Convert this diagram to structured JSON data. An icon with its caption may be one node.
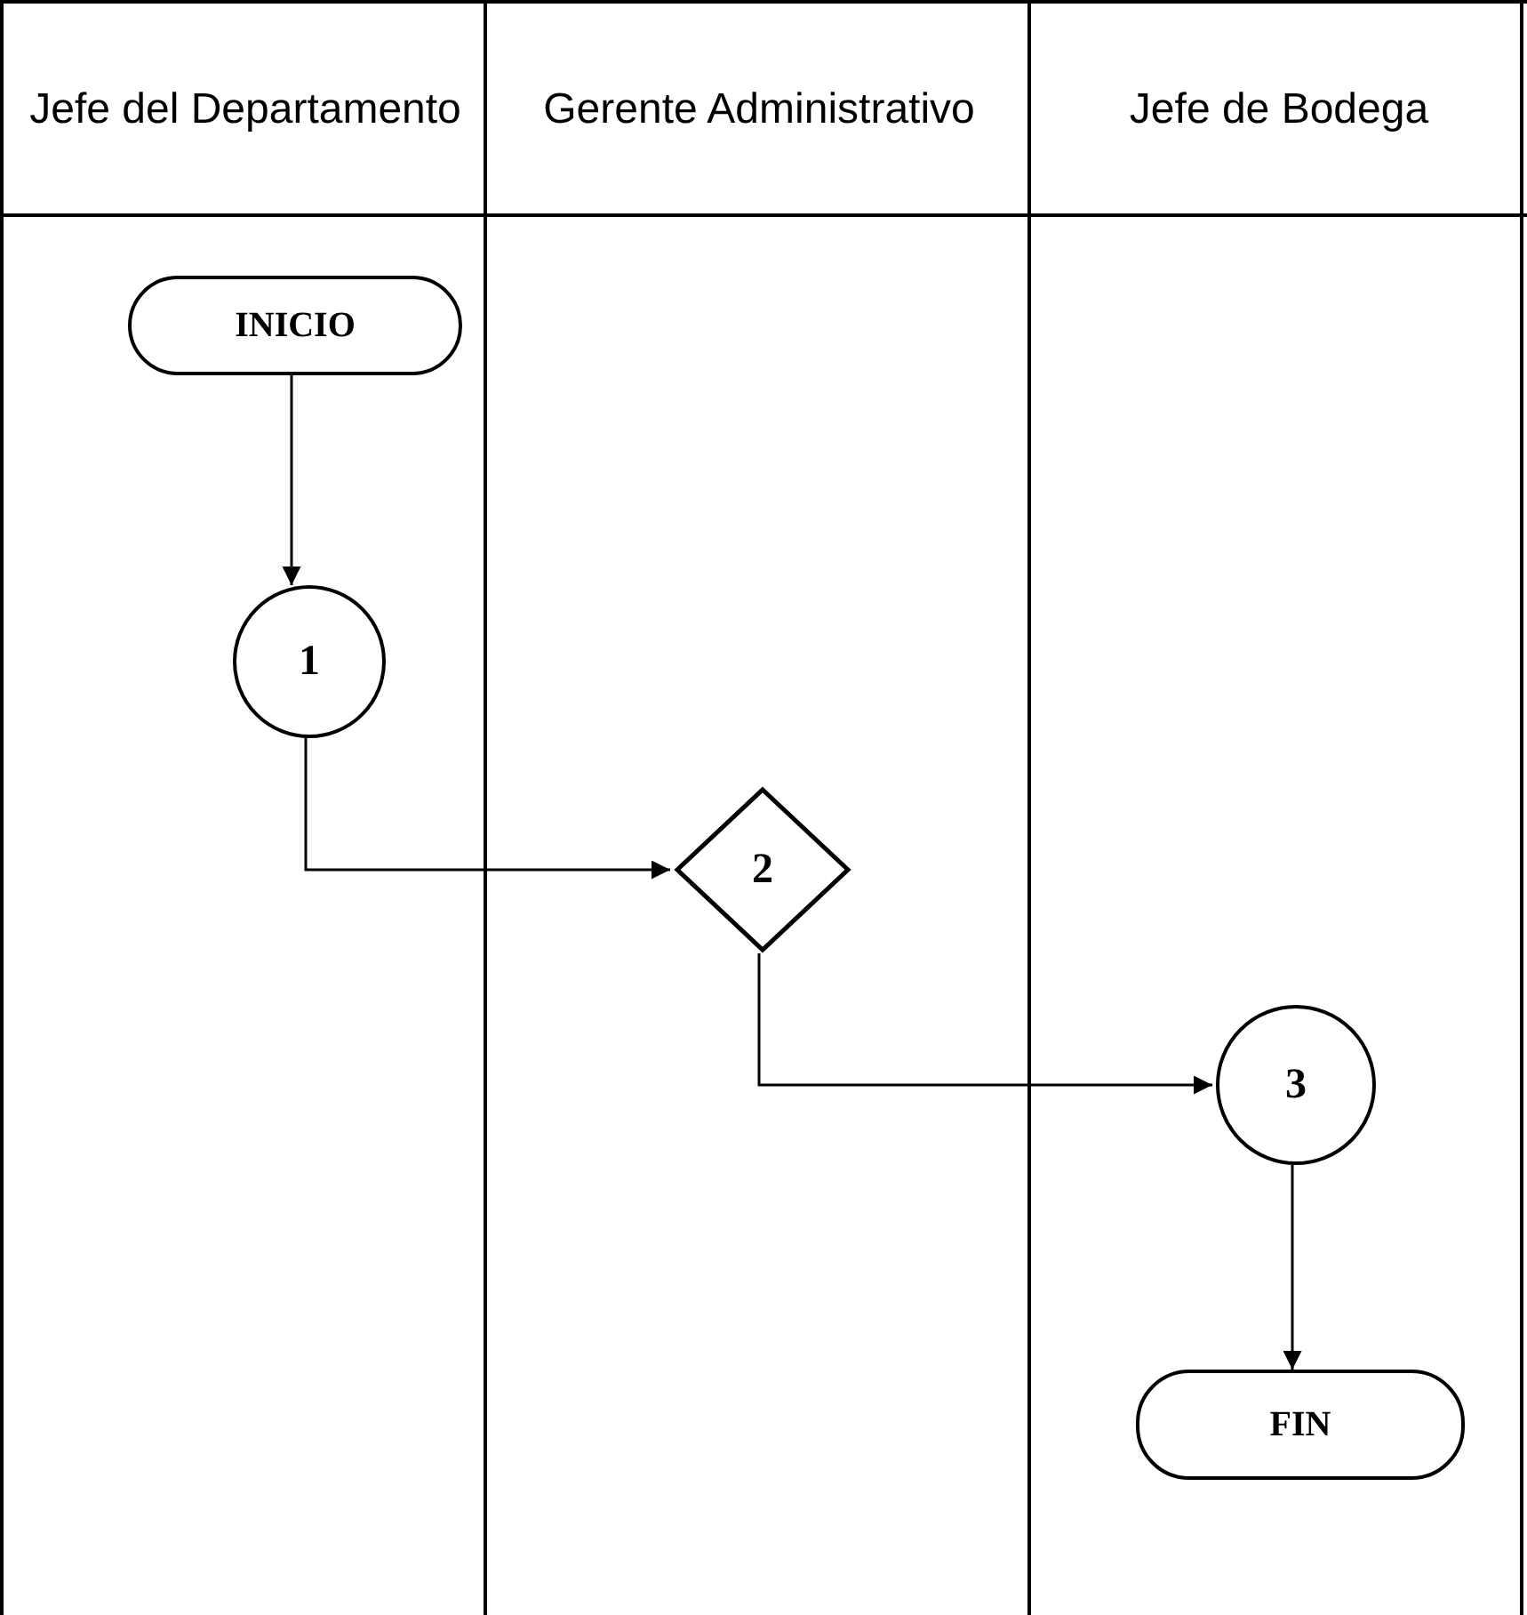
{
  "diagram": {
    "nodes": [
      {
        "text": [
          "Jefe del Departamento"
        ]
      },
      {
        "text": [
          "Gerente Administrativo"
        ]
      },
      {
        "text": [
          "Jefe de Bodega"
        ]
      },
      {
        "text": [
          "INICIO"
        ],
        "in": 0
      },
      {
        "text": [
          "1"
        ],
        "in": 0
      },
      {
        "text": [
          "2"
        ],
        "in": 1
      },
      {
        "text": [
          "3"
        ],
        "in": 2
      },
      {
        "text": [
          "FIN"
        ],
        "in": 2
      }
    ],
    "edges": [
      {
        "from": 3,
        "to": 4,
        "arrow": "to"
      },
      {
        "from": 4,
        "to": 5,
        "arrow": "to"
      },
      {
        "from": 5,
        "to": 6,
        "arrow": "to"
      },
      {
        "from": 6,
        "to": 7,
        "arrow": "to"
      }
    ]
  }
}
